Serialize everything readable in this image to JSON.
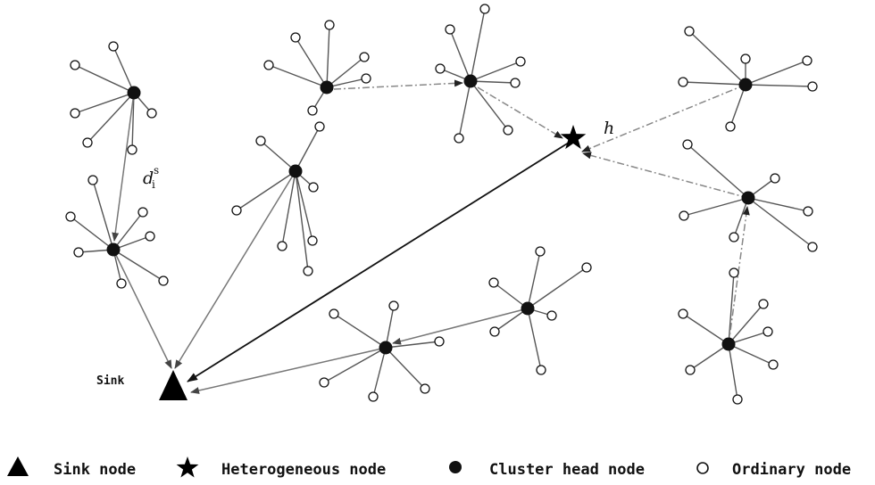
{
  "diagram": {
    "sink_label": "Sink",
    "label_d": "d",
    "label_d_sub": "i",
    "label_d_sup": "s",
    "label_h": "h"
  },
  "legend": {
    "sink": "Sink node",
    "heterogeneous": "Heterogeneous node",
    "cluster_head": "Cluster head node",
    "ordinary": "Ordinary node"
  },
  "colors": {
    "edge": "#555555",
    "node_fill": "#111111",
    "solid_arrow": "#777777",
    "main_arrow": "#111111",
    "dashdot_arrow": "#888888"
  }
}
